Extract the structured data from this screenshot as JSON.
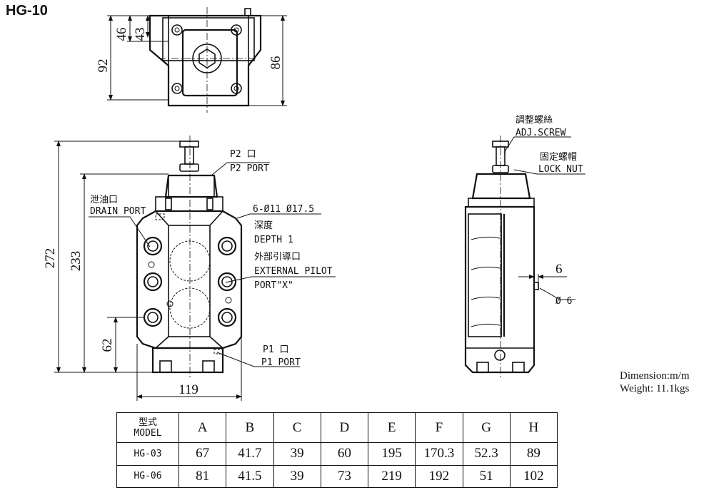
{
  "title": "HG-10",
  "info": {
    "dimension": "Dimension:m/m",
    "weight": "Weight: 11.1kgs"
  },
  "top_view": {
    "dims": [
      "92",
      "46",
      "43",
      "86"
    ]
  },
  "front_view": {
    "dims": {
      "height_total": "272",
      "height_body": "233",
      "height_p1": "62",
      "width": "119"
    },
    "callouts": {
      "p2_cn": "P2 口",
      "p2_en": "P2 PORT",
      "drain_cn": "泄油口",
      "drain_en": "DRAIN PORT",
      "holes_spec": "6-Ø11 Ø17.5",
      "depth_cn": "深度",
      "depth_en": "DEPTH 1",
      "pilot_cn": "外部引導口",
      "pilot_en1": "EXTERNAL PILOT",
      "pilot_en2": "PORT\"X\"",
      "p1_cn": "P1 口",
      "p1_en": "P1 PORT"
    }
  },
  "side_view": {
    "callouts": {
      "adj_cn": "調整螺絲",
      "adj_en": "ADJ.SCREW",
      "lock_cn": "固定螺帽",
      "lock_en": "LOCK NUT"
    },
    "dims": {
      "pilot_offset": "6",
      "pilot_dia": "Ø 6"
    }
  },
  "table": {
    "header_cn": "型式",
    "header_en": "MODEL",
    "columns": [
      "A",
      "B",
      "C",
      "D",
      "E",
      "F",
      "G",
      "H"
    ],
    "rows": [
      {
        "model": "HG-03",
        "values": [
          "67",
          "41.7",
          "39",
          "60",
          "195",
          "170.3",
          "52.3",
          "89"
        ]
      },
      {
        "model": "HG-06",
        "values": [
          "81",
          "41.5",
          "39",
          "73",
          "219",
          "192",
          "51",
          "102"
        ]
      }
    ]
  }
}
